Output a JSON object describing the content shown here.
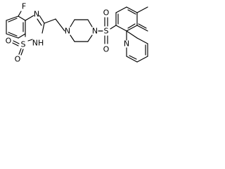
{
  "atoms": {
    "fluorine": "F",
    "ring_n_upper": "N",
    "ring_s": "S",
    "ring_nh": "NH",
    "sulfonyl_o_top_left": "O",
    "sulfonyl_o_bottom_left": "O",
    "piperazine_n_left": "N",
    "piperazine_n_right": "N",
    "sulfonyl_s": "S",
    "sulfonyl_o_top_right": "O",
    "sulfonyl_o_bottom_right": "O",
    "quinoline_n": "N"
  },
  "colors": {
    "bond": "#000000",
    "background": "#ffffff"
  }
}
